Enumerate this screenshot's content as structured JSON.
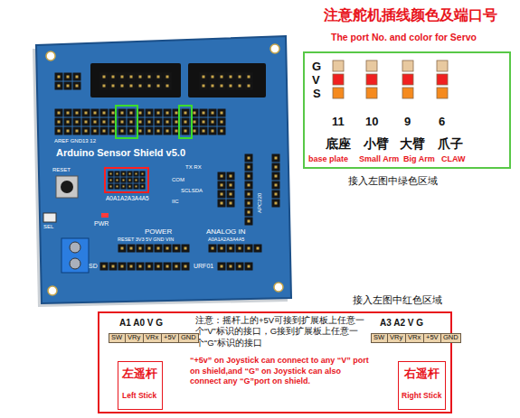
{
  "diagram": {
    "nodes": [
      {
        "text": [
          "G",
          "V",
          "S",
          "11",
          "底座",
          "base plate",
          "10",
          "小臂",
          "Small Arm",
          "9",
          "大臂",
          "Big Arm",
          "6",
          "爪子",
          "CLAW"
        ]
      },
      {
        "text": [
          "A1 A0 V G",
          "注意：摇杆上的+5V可接到扩展板上任意一个“V”标识的接口，G接到扩展板上任意一个“G”标识的接口",
          "“+5v” on Joystick can connect to any “V” port on shield,and “G” on Joystick can also connect any “G”port on shield.",
          "A3 A2 V G"
        ]
      },
      {
        "text": [
          "SW"
        ],
        "in": 1
      },
      {
        "text": [
          "VRy"
        ],
        "in": 1
      },
      {
        "text": [
          "VRx"
        ],
        "in": 1
      },
      {
        "text": [
          "+5V"
        ],
        "in": 1
      },
      {
        "text": [
          "GND"
        ],
        "in": 1
      },
      {
        "text": [
          "左遥杆",
          "Left Stick"
        ],
        "in": 1
      },
      {
        "text": [
          "SW"
        ],
        "in": 1
      },
      {
        "text": [
          "VRy"
        ],
        "in": 1
      },
      {
        "text": [
          "VRx"
        ],
        "in": 1
      },
      {
        "text": [
          "+5V"
        ],
        "in": 1
      },
      {
        "text": [
          "GND"
        ],
        "in": 1
      },
      {
        "text": [
          "右遥杆",
          "Right Stick"
        ],
        "in": 1
      }
    ],
    "labels": [
      "注意舵机插线颜色及端口号",
      "The port No. and color for Servo",
      "接入左图中绿色区域",
      "接入左图中红色区域",
      "Arduino Sensor Shield v5.0",
      "AREF GND13 12",
      "RESET",
      "A0A1A2A3A4A5",
      "TX RX",
      "COM",
      "SCLSDA",
      "IIC",
      "APC220",
      "PWR",
      "SEL",
      "POWER",
      "RESET 3V3 5V GND VIN",
      "ANALOG IN",
      "A0A1A2A3A4A5",
      "SD",
      "URF01"
    ]
  }
}
